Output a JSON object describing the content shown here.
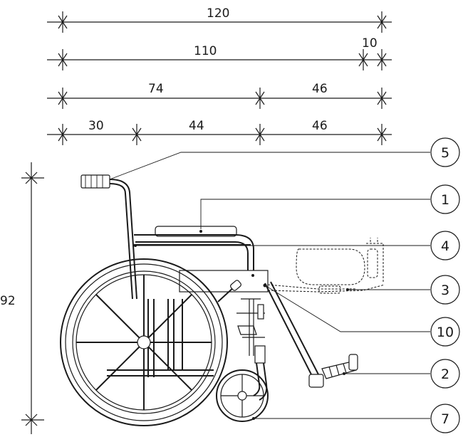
{
  "dimensions": {
    "row1": {
      "total": "120"
    },
    "row2": {
      "total": "110",
      "right": "10"
    },
    "row3": {
      "left": "74",
      "right": "46"
    },
    "row4": {
      "a": "30",
      "b": "44",
      "c": "46"
    },
    "height": "92"
  },
  "callouts": [
    "5",
    "1",
    "4",
    "3",
    "10",
    "2",
    "7"
  ],
  "colors": {
    "ink": "#1a1a1a",
    "paper": "#ffffff"
  }
}
